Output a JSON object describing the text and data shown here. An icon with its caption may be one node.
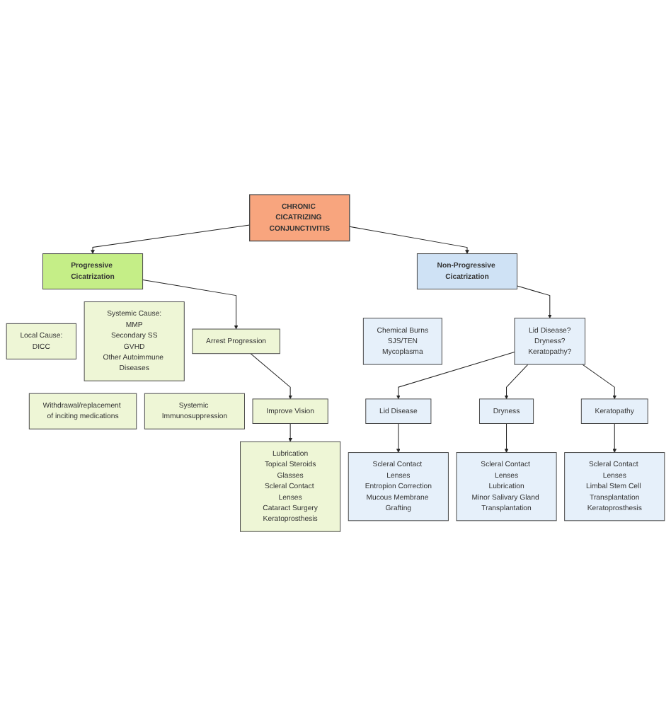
{
  "diagram": {
    "nodes": [
      {
        "text": [
          "CHRONIC CICATRIZING CONJUNCTIVITIS"
        ]
      },
      {
        "text": [
          "Progressive Cicatrization"
        ]
      },
      {
        "text": [
          "Local Cause:",
          "DICC"
        ]
      },
      {
        "text": [
          "Systemic Cause:",
          "MMP",
          "Secondary SS",
          "GVHD",
          "Other Autoimmune Diseases"
        ]
      },
      {
        "text": [
          "Arrest Progression"
        ]
      },
      {
        "text": [
          "Withdrawal/replacement of inciting medications"
        ]
      },
      {
        "text": [
          "Systemic Immunosuppression"
        ]
      },
      {
        "text": [
          "Improve Vision"
        ]
      },
      {
        "text": [
          "Lubrication",
          "Topical Steroids",
          "Glasses",
          "Scleral Contact Lenses",
          "Cataract Surgery",
          "Keratoprosthesis"
        ]
      },
      {
        "text": [
          "Non-Progressive Cicatrization"
        ]
      },
      {
        "text": [
          "Chemical Burns",
          "SJS/TEN",
          "Mycoplasma"
        ]
      },
      {
        "text": [
          "Lid Disease?",
          "Dryness?",
          "Keratopathy?"
        ]
      },
      {
        "text": [
          "Lid Disease"
        ]
      },
      {
        "text": [
          "Scleral Contact Lenses",
          "Entropion Correction",
          "Mucous Membrane Grafting"
        ]
      },
      {
        "text": [
          "Dryness"
        ]
      },
      {
        "text": [
          "Scleral Contact Lenses",
          "Lubrication",
          "Minor Salivary Gland Transplantation"
        ]
      },
      {
        "text": [
          "Keratopathy"
        ]
      },
      {
        "text": [
          "Scleral Contact Lenses",
          "Limbal Stem Cell Transplantation",
          "Keratoprosthesis"
        ]
      }
    ],
    "edges": [
      {
        "from": 0,
        "to": 1,
        "arrow": "to"
      },
      {
        "from": 0,
        "to": 9,
        "arrow": "to"
      },
      {
        "from": 1,
        "to": 4,
        "arrow": "to"
      },
      {
        "from": 4,
        "to": 7,
        "arrow": "to"
      },
      {
        "from": 7,
        "to": 8,
        "arrow": "to"
      },
      {
        "from": 9,
        "to": 11,
        "arrow": "to"
      },
      {
        "from": 11,
        "to": 12,
        "arrow": "to"
      },
      {
        "from": 12,
        "to": 13,
        "arrow": "to"
      },
      {
        "from": 11,
        "to": 14,
        "arrow": "to"
      },
      {
        "from": 14,
        "to": 15,
        "arrow": "to"
      },
      {
        "from": 11,
        "to": 16,
        "arrow": "to"
      },
      {
        "from": 16,
        "to": 17,
        "arrow": "to"
      }
    ]
  }
}
